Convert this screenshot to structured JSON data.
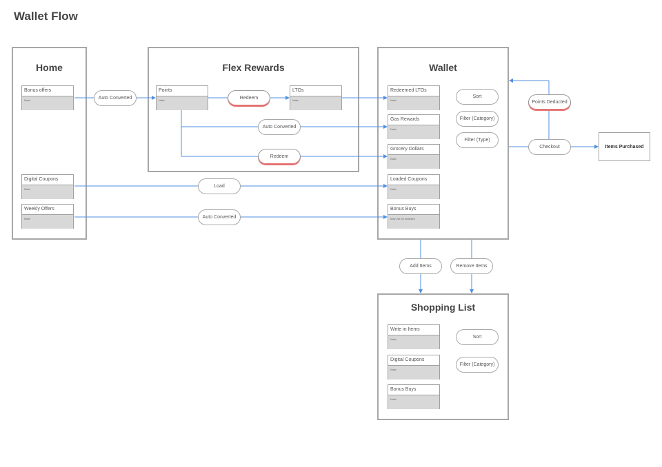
{
  "title": "Wallet Flow",
  "colors": {
    "connector": "#4f8fe0",
    "accent_border": "#e06b6b",
    "panel_border": "#a7a7a7",
    "card_fill": "#d8d8d8"
  },
  "panels": {
    "home": {
      "title": "Home"
    },
    "flex": {
      "title": "Flex Rewards"
    },
    "wallet": {
      "title": "Wallet"
    },
    "shopping": {
      "title": "Shopping List"
    }
  },
  "cards": {
    "bonus_offers": {
      "title": "Bonus offers",
      "note": "Note:"
    },
    "digital_coupons_home": {
      "title": "Digital Coupons",
      "note": "Note:"
    },
    "weekly_offers": {
      "title": "Weekly Offers",
      "note": "Note:"
    },
    "points": {
      "title": "Points",
      "note": "Note:"
    },
    "ltos": {
      "title": "LTOs",
      "note": "Note:"
    },
    "redeemed_ltos": {
      "title": "Redeemed LTOs",
      "note": "Note:"
    },
    "gas_rewards": {
      "title": "Gas Rewards",
      "note": "Note:"
    },
    "grocery_dollars": {
      "title": "Grocery Dollars",
      "note": "Note:"
    },
    "loaded_coupons": {
      "title": "Loaded Coupons",
      "note": "Note:"
    },
    "bonus_buys_wallet": {
      "title": "Bonus Buys",
      "note": "May not be included"
    },
    "write_in_items": {
      "title": "Write in Items",
      "note": "Note:"
    },
    "digital_coupons_list": {
      "title": "Digital Coupons",
      "note": "Note:"
    },
    "bonus_buys_list": {
      "title": "Bonus Buys",
      "note": "Note:"
    }
  },
  "pills": {
    "auto_converted_1": "Auto Converted",
    "redeem_1": "Redeem",
    "auto_converted_2": "Auto Converted",
    "redeem_2": "Redeem",
    "load": "Load",
    "auto_converted_3": "Auto Converted",
    "wallet_sort": "Sort",
    "wallet_filter_category": "Filter (Category)",
    "wallet_filter_type": "Filter (Type)",
    "points_deducted": "Points Deducted",
    "checkout": "Checkout",
    "add_items": "Add Items",
    "remove_items": "Remove Items",
    "list_sort": "Sort",
    "list_filter_category": "Filter (Category)"
  },
  "items_purchased": "Items Purchased"
}
